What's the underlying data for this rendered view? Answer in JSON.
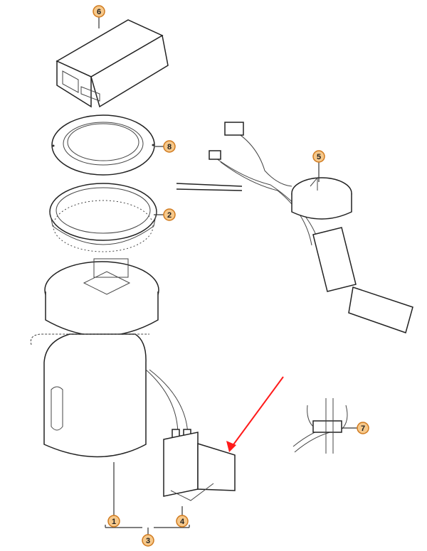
{
  "diagram": {
    "callouts": [
      {
        "id": "callout-6",
        "label": "6"
      },
      {
        "id": "callout-8",
        "label": "8"
      },
      {
        "id": "callout-2",
        "label": "2"
      },
      {
        "id": "callout-5",
        "label": "5"
      },
      {
        "id": "callout-1",
        "label": "1"
      },
      {
        "id": "callout-4",
        "label": "4"
      },
      {
        "id": "callout-3",
        "label": "3"
      },
      {
        "id": "callout-7",
        "label": "7"
      }
    ],
    "colors": {
      "callout_fill": "#f6c88a",
      "callout_stroke": "#d07a1e",
      "arrow": "#ff1a1a",
      "line": "#333333"
    },
    "icons": [
      "control-module-icon",
      "seal-ring-icon",
      "lock-ring-icon",
      "fuel-pump-module-icon",
      "wiring-harness-icon",
      "bracket-icon",
      "clip-icon",
      "red-arrow-icon"
    ]
  }
}
